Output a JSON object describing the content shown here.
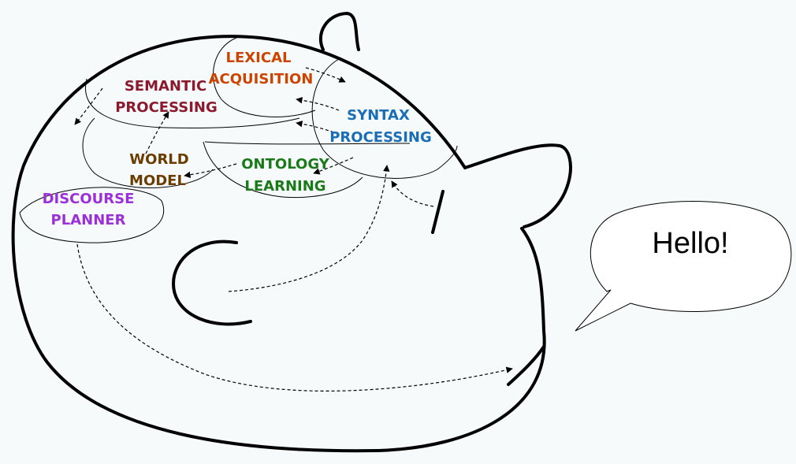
{
  "modules": {
    "lexical": {
      "line1": "LEXICAL",
      "line2": "ACQUISITION",
      "color": "#cc4400"
    },
    "semantic": {
      "line1": "SEMANTIC",
      "line2": "PROCESSING",
      "color": "#8b1a2e"
    },
    "syntax": {
      "line1": "SYNTAX",
      "line2": "PROCESSING",
      "color": "#1a6eb5"
    },
    "world": {
      "line1": "WORLD",
      "line2": "MODEL",
      "color": "#6b3d00"
    },
    "ontology": {
      "line1": "ONTOLOGY",
      "line2": "LEARNING",
      "color": "#1a7a1a"
    },
    "discourse": {
      "line1": "DISCOURSE",
      "line2": "PLANNER",
      "color": "#9b30d9"
    }
  },
  "speech_bubble": {
    "text": "Hello!"
  }
}
